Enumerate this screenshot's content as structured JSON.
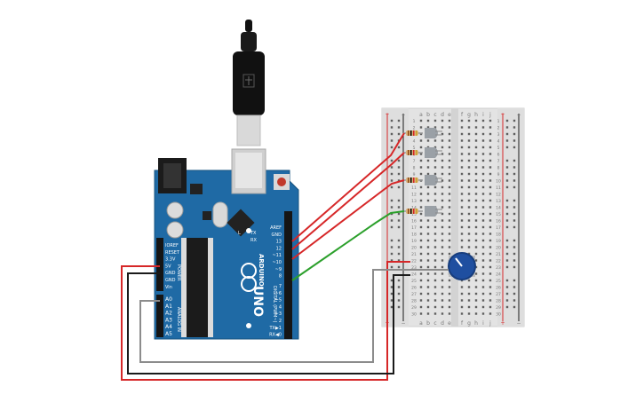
{
  "circuit": {
    "board": {
      "header_left": [
        "IOREF",
        "RESET",
        "3.3V",
        "5V",
        "GND",
        "GND",
        "Vin"
      ],
      "analog_pins": [
        "A0",
        "A1",
        "A2",
        "A3",
        "A4",
        "A5"
      ],
      "header_right": [
        "AREF",
        "GND",
        "13",
        "12",
        "~11",
        "~10",
        "~9",
        "8"
      ],
      "digital_pins": [
        "7",
        "~6",
        "~5",
        "4",
        "~3",
        "2",
        "TX▶1",
        "RX◀0"
      ],
      "tx_label": "TX",
      "rx_label": "RX",
      "led_l_label": "L",
      "power_label": "POWER",
      "analog_in_label": "ANALOG IN",
      "digital_label": "DIGITAL (PWM~)",
      "brand": "ARDUINO",
      "model": "UNO"
    },
    "breadboard": {
      "cols_left": [
        "a",
        "b",
        "c",
        "d",
        "e"
      ],
      "cols_right": [
        "f",
        "g",
        "h",
        "i",
        "j"
      ],
      "plus": "+",
      "minus": "−",
      "row_numbers": [
        "1",
        "2",
        "3",
        "4",
        "5",
        "6",
        "7",
        "8",
        "9",
        "10",
        "11",
        "12",
        "13",
        "14",
        "15",
        "16",
        "17",
        "18",
        "19",
        "20",
        "21",
        "22",
        "23",
        "24",
        "25",
        "26",
        "27",
        "28",
        "29",
        "30"
      ]
    },
    "components": {
      "leds": [
        {
          "color": "#9aa0a6",
          "connected_pin": "13",
          "wire_color": "#d62728"
        },
        {
          "color": "#9aa0a6",
          "connected_pin": "12",
          "wire_color": "#d62728"
        },
        {
          "color": "#9aa0a6",
          "connected_pin": "11",
          "wire_color": "#d62728"
        },
        {
          "color": "#9aa0a6",
          "connected_pin": "8",
          "wire_color": "#2ca02c"
        }
      ],
      "potentiometer_color": "#1f4fa0",
      "board_color": "#1f6aa5"
    }
  }
}
